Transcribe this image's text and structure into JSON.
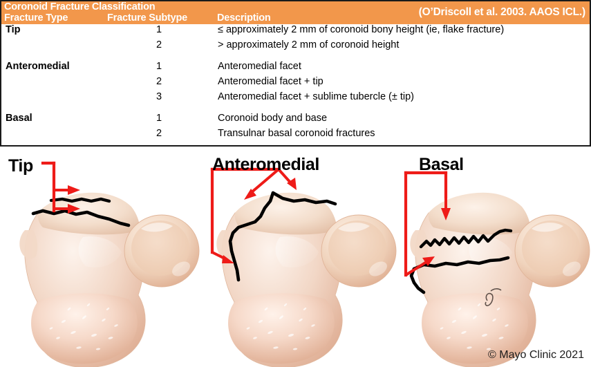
{
  "table": {
    "title": "Coronoid Fracture Classification",
    "citation": "(O’Driscoll et al. 2003. AAOS ICL.)",
    "columns": {
      "type": "Fracture Type",
      "subtype": "Fracture Subtype",
      "description": "Description"
    },
    "rows": [
      {
        "type": "Tip",
        "subtype": "1",
        "description": "≤ approximately 2 mm of coronoid bony height (ie, flake fracture)",
        "group_start": false
      },
      {
        "type": "",
        "subtype": "2",
        "description": "> approximately 2 mm of coronoid height",
        "group_start": false
      },
      {
        "type": "Anteromedial",
        "subtype": "1",
        "description": "Anteromedial facet",
        "group_start": true
      },
      {
        "type": "",
        "subtype": "2",
        "description": "Anteromedial facet + tip",
        "group_start": false
      },
      {
        "type": "",
        "subtype": "3",
        "description": "Anteromedial facet + sublime tubercle (± tip)",
        "group_start": false
      },
      {
        "type": "Basal",
        "subtype": "1",
        "description": "Coronoid body and base",
        "group_start": true
      },
      {
        "type": "",
        "subtype": "2",
        "description": "Transulnar basal coronoid fractures",
        "group_start": false
      }
    ]
  },
  "figure": {
    "panels": [
      {
        "label": "Tip",
        "annotation_color": "#ee1b18",
        "fracture_line_color": "#000000",
        "arrow_count": 2
      },
      {
        "label": "Anteromedial",
        "annotation_color": "#ee1b18",
        "fracture_line_color": "#000000",
        "arrow_count": 3
      },
      {
        "label": "Basal",
        "annotation_color": "#ee1b18",
        "fracture_line_color": "#000000",
        "arrow_count": 2
      }
    ],
    "artist_signature": "artist-monogram"
  },
  "copyright": "© Mayo Clinic 2021",
  "colors": {
    "header_orange": "#f2974b",
    "annotation_red": "#ee1b18",
    "bone_light": "#f7e0d2",
    "bone_mid": "#eccab4",
    "bone_shadow": "#d9a98e",
    "text_black": "#000000",
    "header_text": "#ffffff"
  }
}
